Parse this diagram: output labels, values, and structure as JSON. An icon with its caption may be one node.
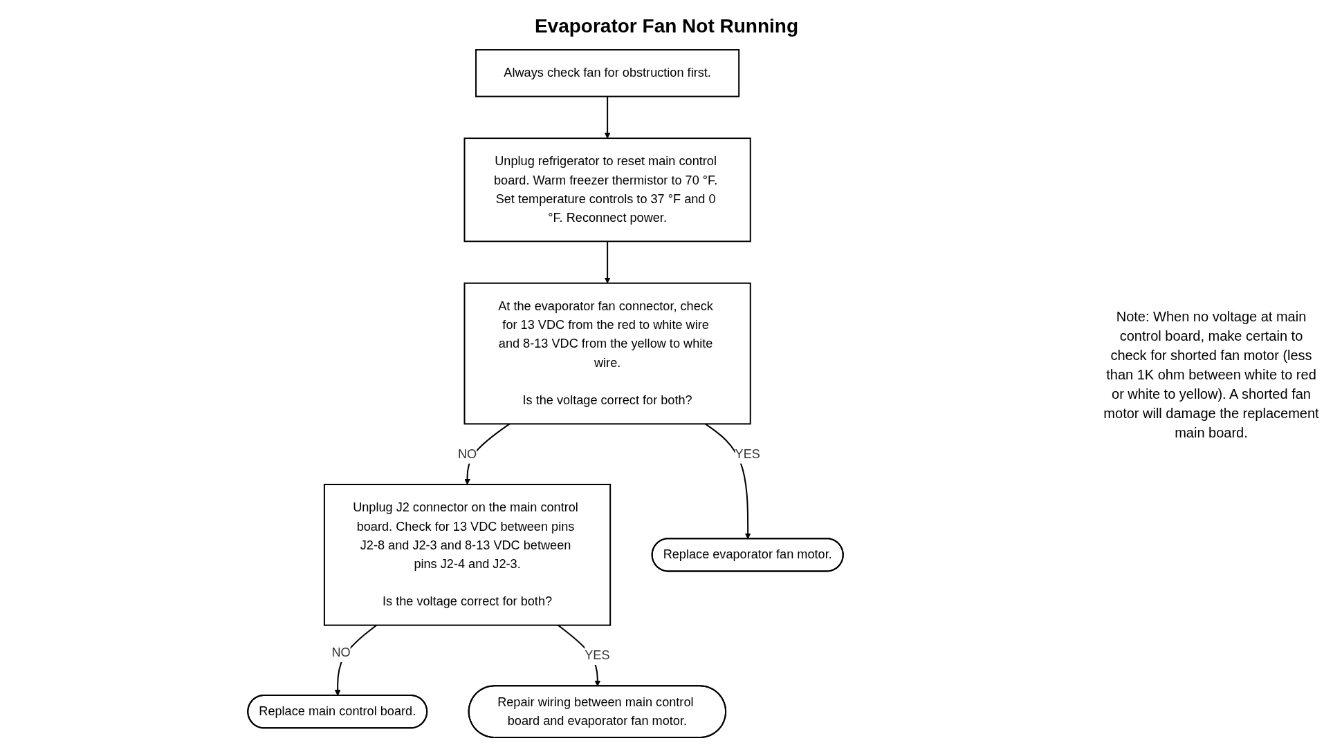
{
  "diagram": {
    "title": "Evaporator Fan Not Running",
    "nodes": [
      {
        "text": [
          "Always check fan for obstruction first."
        ]
      },
      {
        "text": [
          "Unplug refrigerator to reset main control board. Warm freezer thermistor to 70 °F. Set temperature controls to 37 °F and 0 °F. Reconnect power."
        ]
      },
      {
        "text": [
          "At the evaporator fan connector, check for 13 VDC from the red to white wire and 8-13 VDC from the yellow to white wire.",
          "Is the voltage correct for both?"
        ]
      },
      {
        "text": [
          "Unplug J2 connector on the main control board. Check for 13 VDC between pins J2-8 and J2-3 and 8-13 VDC between pins J2-4 and J2-3.",
          "Is the voltage correct for both?"
        ]
      },
      {
        "text": [
          "Replace main control board."
        ]
      },
      {
        "text": [
          "Replace evaporator fan motor."
        ]
      },
      {
        "text": [
          "Repair wiring between main control board and evaporator fan motor."
        ]
      }
    ],
    "edges": [
      {
        "from": 0,
        "to": 1,
        "arrow": "to"
      },
      {
        "from": 1,
        "to": 2,
        "arrow": "to"
      },
      {
        "from": 2,
        "to": 3,
        "label": "NO",
        "arrow": "to"
      },
      {
        "from": 3,
        "to": 4,
        "label": "NO",
        "arrow": "to"
      },
      {
        "from": 2,
        "to": 5,
        "label": "YES",
        "arrow": "to"
      },
      {
        "from": 3,
        "to": 6,
        "label": "YES",
        "arrow": "to"
      }
    ],
    "labels": [
      "Note: When no voltage at main control board, make certain to check for shorted fan motor (less than 1K ohm between white to red or white to yellow). A shorted fan motor will damage the replacement main board."
    ]
  }
}
